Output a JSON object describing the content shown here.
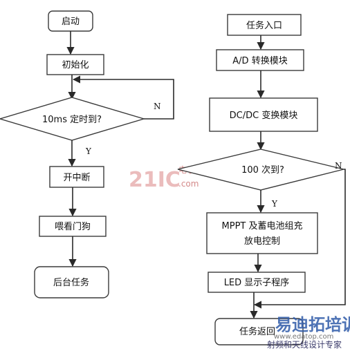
{
  "left": {
    "start": "启动",
    "init": "初始化",
    "decision": "10ms 定时到?",
    "yes": "Y",
    "no": "N",
    "enable_int": "开中断",
    "feed_dog": "喂看门狗",
    "background": "后台任务"
  },
  "right": {
    "entry": "任务入口",
    "ad": "A/D 转换模块",
    "dcdc": "DC/DC 变换模块",
    "decision": "100 次到?",
    "yes": "Y",
    "no": "N",
    "mppt_line1": "MPPT 及蓄电池组充",
    "mppt_line2": "放电控制",
    "led": "LED 显示子程序",
    "ret": "任务返回"
  },
  "watermark": {
    "logo": "21IC",
    "logo_sub": "电子网",
    "logo_dom": ".com",
    "brand": "易迪拓培训",
    "brand_sub": "射频和天线设计专家",
    "brand_url": "www.edatop.com"
  }
}
